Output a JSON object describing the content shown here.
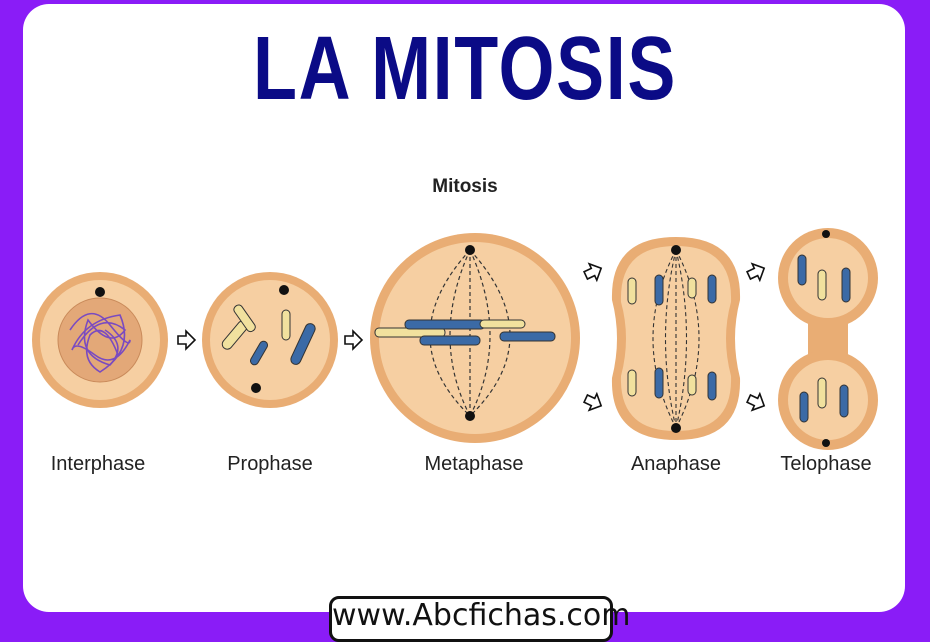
{
  "title": "LA MITOSIS",
  "diagram_title": "Mitosis",
  "phases": [
    "Interphase",
    "Prophase",
    "Metaphase",
    "Anaphase",
    "Telophase"
  ],
  "website": "www.Abcfichas.com",
  "colors": {
    "border": "#8a1cf7",
    "title": "#0b0b86",
    "cell": "#f3c99a",
    "chromosome_blue": "#3b6aa6",
    "chromosome_yellow": "#f1e19e"
  }
}
